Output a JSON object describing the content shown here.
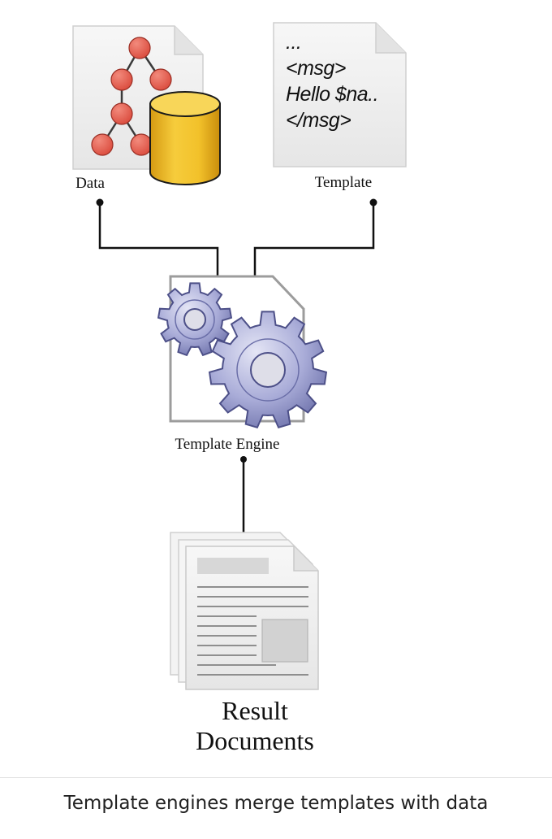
{
  "diagram": {
    "nodes": {
      "data": {
        "label": "Data"
      },
      "template": {
        "label": "Template",
        "snippet": [
          "...",
          "<msg>",
          "Hello $na..",
          "</msg>"
        ]
      },
      "engine": {
        "label": "Template Engine"
      },
      "result": {
        "label_lines": [
          "Result",
          "Documents"
        ]
      }
    },
    "edges": [
      {
        "from": "data",
        "to": "engine"
      },
      {
        "from": "template",
        "to": "engine"
      },
      {
        "from": "engine",
        "to": "result"
      }
    ]
  },
  "caption": "Template engines merge templates with data",
  "colors": {
    "tree_node": "#e3584a",
    "database": "#f2c12a",
    "gear": "#9da0cf",
    "document_paper": "#f2f2f2",
    "caption_text": "#222222"
  }
}
